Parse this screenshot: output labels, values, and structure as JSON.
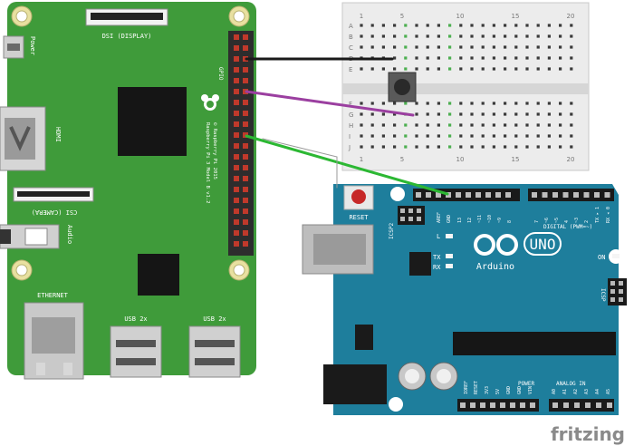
{
  "raspberry_pi": {
    "power_label": "Power",
    "dsi_label": "DSI (DISPLAY)",
    "gpio_label": "GPIO",
    "hdmi_label": "HDMI",
    "csi_label": "CSI (CAMERA)",
    "audio_label": "Audio",
    "ethernet_label": "ETHERNET",
    "usb_label_1": "USB 2x",
    "usb_label_2": "USB 2x",
    "model_text_1": "Raspberry Pi 3 Model B v1.2",
    "model_text_2": "© Raspberry Pi 2015",
    "board_color": "#3f9b3a"
  },
  "breadboard": {
    "column_numbers": [
      "1",
      "5",
      "10",
      "15",
      "20"
    ],
    "row_letters_top": [
      "A",
      "B",
      "C",
      "D",
      "E"
    ],
    "row_letters_bottom": [
      "F",
      "G",
      "H",
      "I",
      "J"
    ],
    "component": "push-button"
  },
  "arduino": {
    "reset_label": "RESET",
    "icsp2_label": "ICSP2",
    "icsp_label": "ICSP",
    "brand_label": "Arduino",
    "model_label": "UNO",
    "digital_label": "DIGITAL (PWM=~)",
    "power_label": "POWER",
    "analog_label": "ANALOG IN",
    "on_label": "ON",
    "l_label": "L",
    "tx_label": "TX",
    "rx_label": "RX",
    "tx_pin_label": "TX ▸ 1",
    "rx_pin_label": "RX ◂ 0",
    "aref_label": "AREF",
    "gnd_label": "GND",
    "top_pin_labels": [
      "13",
      "12",
      "~11",
      "~10",
      "~9",
      "8"
    ],
    "digital_pin_labels": [
      "7",
      "~6",
      "~5",
      "4",
      "~3",
      "2"
    ],
    "power_pin_labels": [
      "IOREF",
      "RESET",
      "3V3",
      "5V",
      "GND",
      "GND",
      "VIN"
    ],
    "analog_pin_labels": [
      "A0",
      "A1",
      "A2",
      "A3",
      "A4",
      "A5"
    ],
    "board_color": "#1e7e9c"
  },
  "wires": [
    {
      "name": "black-wire",
      "color": "#1a1a1a"
    },
    {
      "name": "purple-wire",
      "color": "#9b3fa0"
    },
    {
      "name": "green-wire",
      "color": "#2cb833"
    }
  ],
  "watermark": "fritzing"
}
